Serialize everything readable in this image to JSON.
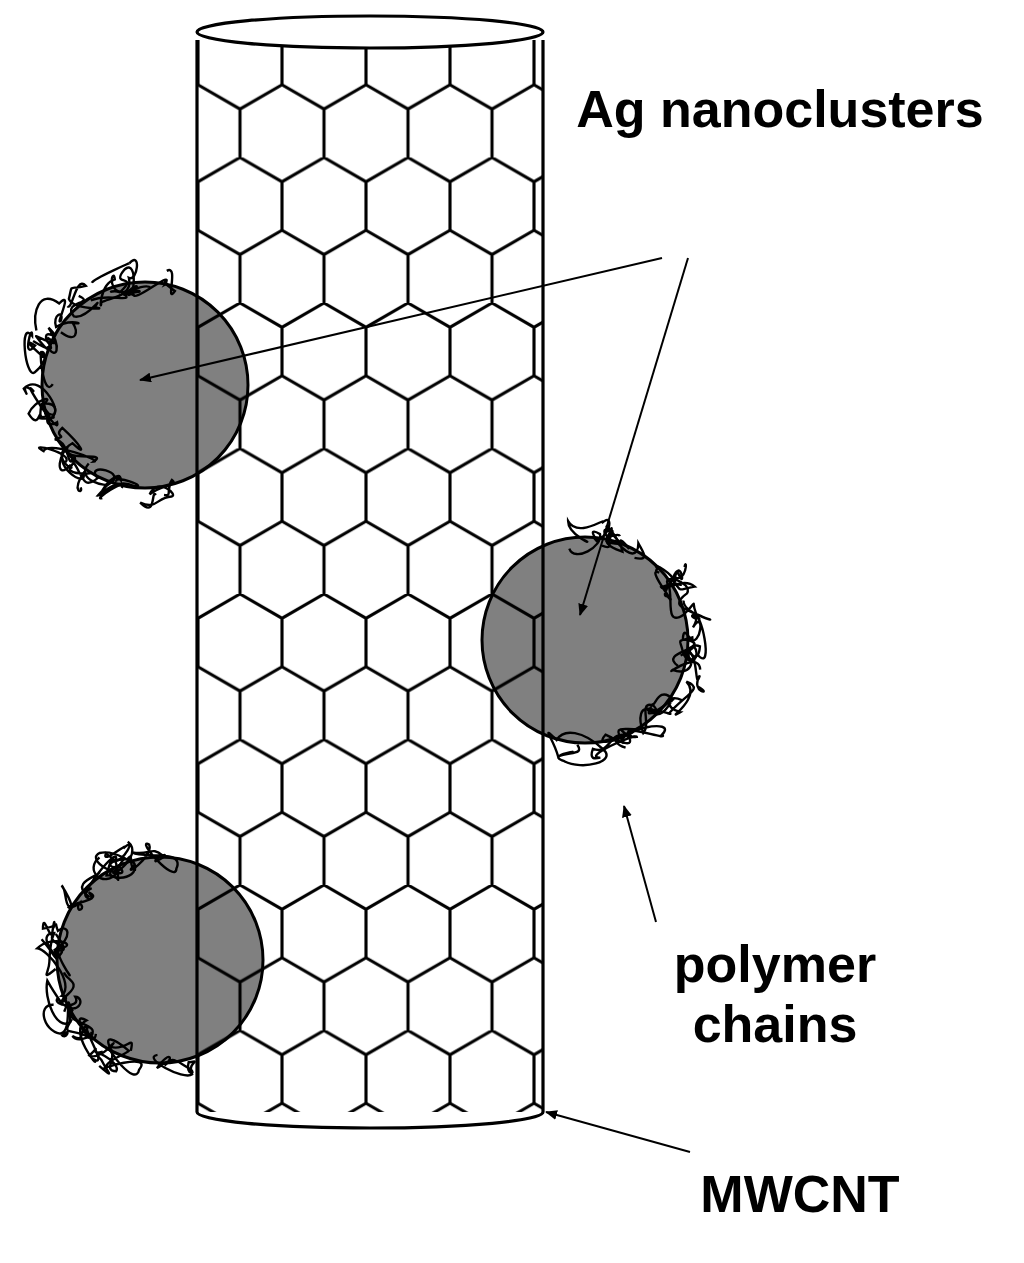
{
  "diagram": {
    "labels": [
      "Ag nanoclusters",
      "polymer chains",
      "MWCNT"
    ]
  }
}
